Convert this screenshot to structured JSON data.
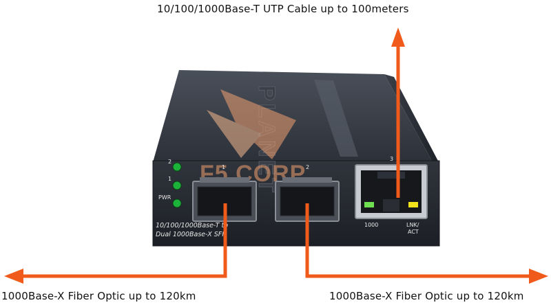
{
  "captions": {
    "top": "10/100/1000Base-T UTP Cable up to 100meters",
    "bottom_left": "1000Base-X Fiber Optic up to 120km",
    "bottom_right": "1000Base-X Fiber Optic up to 120km"
  },
  "device": {
    "brand": "PLANET",
    "watermark": "F5 CORP",
    "led_labels": {
      "led2": "2",
      "led1": "1",
      "pwr": "PWR"
    },
    "sfp1_label": "1",
    "sfp2_label": "2",
    "rj45_label": "3",
    "model_line1": "10/100/1000Base-T to",
    "model_line2": "Dual 1000Base-X SFP",
    "rj45_left_label": "1000",
    "rj45_right_label_1": "LNK/",
    "rj45_right_label_2": "ACT"
  },
  "colors": {
    "arrow": "#f05a1a",
    "device_body": "#2b2f38",
    "led_green": "#1db33a",
    "watermark": "#f0a070"
  }
}
